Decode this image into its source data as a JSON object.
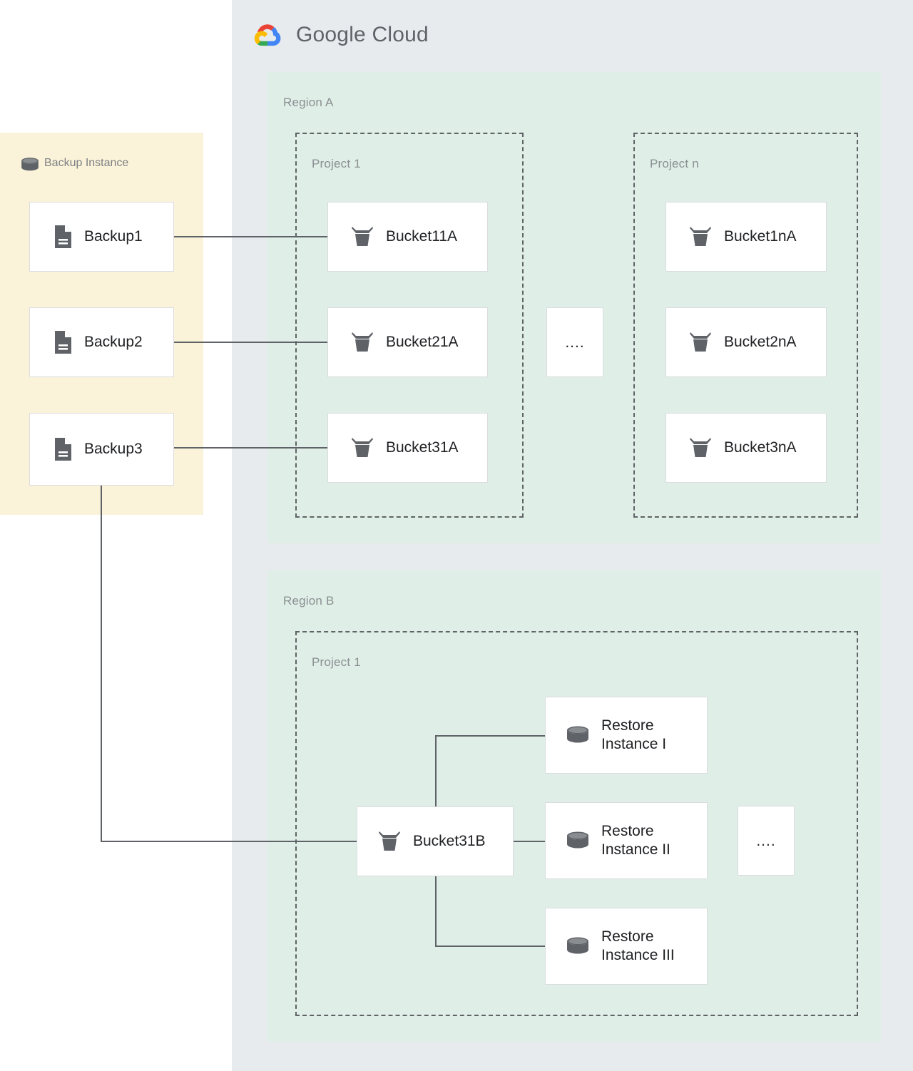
{
  "brand": {
    "name_part1": "Google",
    "name_part2": "Cloud",
    "logo_icon": "google-cloud-logo-icon",
    "colors": {
      "red": "#ea4335",
      "blue": "#4285f4",
      "yellow": "#fbbc04",
      "green": "#34a853"
    }
  },
  "palette": {
    "gcp_panel_bg": "#e8ebed",
    "region_bg": "#dfeee6",
    "backup_panel_bg": "#fbf3d9",
    "card_bg": "#ffffff",
    "card_border": "#dadce0",
    "icon_gray": "#5f6368",
    "label_gray": "#8a8f93",
    "edge_gray": "#5f6368"
  },
  "backup_panel": {
    "title": "Backup Instance",
    "title_icon": "database-icon",
    "items": [
      {
        "label": "Backup1",
        "icon": "document-icon"
      },
      {
        "label": "Backup2",
        "icon": "document-icon"
      },
      {
        "label": "Backup3",
        "icon": "document-icon"
      }
    ]
  },
  "regions": [
    {
      "label": "Region A",
      "projects": [
        {
          "label": "Project 1",
          "buckets": [
            {
              "label": "Bucket11A",
              "icon": "storage-bucket-icon"
            },
            {
              "label": "Bucket21A",
              "icon": "storage-bucket-icon"
            },
            {
              "label": "Bucket31A",
              "icon": "storage-bucket-icon"
            }
          ]
        },
        {
          "label": "Project n",
          "buckets": [
            {
              "label": "Bucket1nA",
              "icon": "storage-bucket-icon"
            },
            {
              "label": "Bucket2nA",
              "icon": "storage-bucket-icon"
            },
            {
              "label": "Bucket3nA",
              "icon": "storage-bucket-icon"
            }
          ]
        }
      ],
      "ellipsis": "...."
    },
    {
      "label": "Region B",
      "projects": [
        {
          "label": "Project 1",
          "buckets": [
            {
              "label": "Bucket31B",
              "icon": "storage-bucket-icon"
            }
          ],
          "restore_instances": [
            {
              "label": "Restore\nInstance I",
              "icon": "database-icon"
            },
            {
              "label": "Restore\nInstance II",
              "icon": "database-icon"
            },
            {
              "label": "Restore\nInstance III",
              "icon": "database-icon"
            }
          ]
        }
      ],
      "ellipsis": "...."
    }
  ],
  "connections": [
    {
      "from": "Backup1",
      "to": "Bucket11A"
    },
    {
      "from": "Backup2",
      "to": "Bucket21A"
    },
    {
      "from": "Backup3",
      "to": "Bucket31A"
    },
    {
      "from": "Backup3",
      "to": "Bucket31B"
    },
    {
      "from": "Bucket31B",
      "to": "Restore Instance I"
    },
    {
      "from": "Bucket31B",
      "to": "Restore Instance II"
    },
    {
      "from": "Bucket31B",
      "to": "Restore Instance III"
    }
  ]
}
